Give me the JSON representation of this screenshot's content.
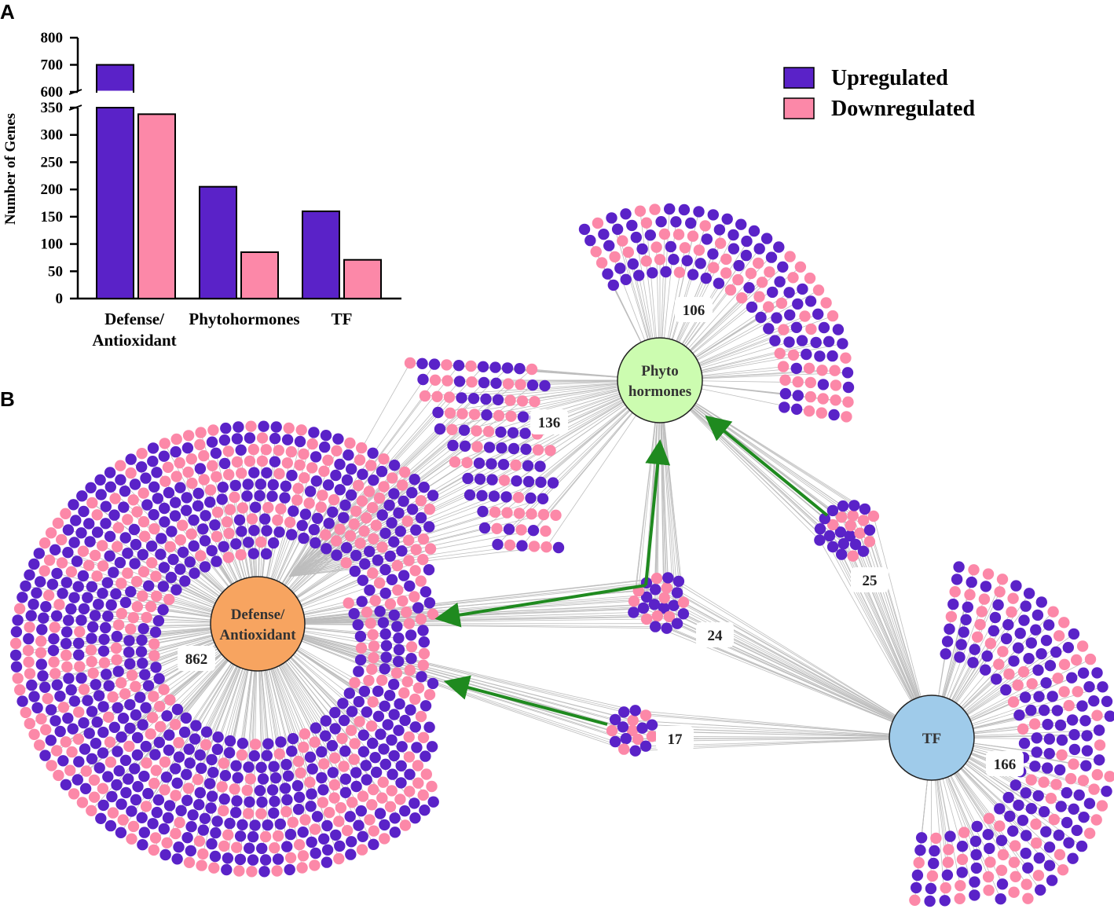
{
  "panels": {
    "a": "A",
    "b": "B"
  },
  "colors": {
    "up": "#5a22c8",
    "down": "#fc88a8",
    "edge": "#bdbdbd",
    "arrow": "#1f8a1f"
  },
  "chart_data": {
    "type": "bar",
    "ylabel": "Number of Genes",
    "categories": [
      "Defense/\nAntioxidant",
      "Phytohormones",
      "TF"
    ],
    "series": [
      {
        "name": "Upregulated",
        "color": "#5a22c8",
        "values": [
          700,
          205,
          160
        ]
      },
      {
        "name": "Downregulated",
        "color": "#fc88a8",
        "values": [
          338,
          85,
          71
        ]
      }
    ],
    "y_break": [
      350,
      600
    ],
    "yticks_lower": [
      "0",
      "50",
      "100",
      "150",
      "200",
      "250",
      "300",
      "350"
    ],
    "yticks_upper": [
      "600",
      "700",
      "800"
    ],
    "legend": {
      "position": "top-right",
      "items": [
        "Upregulated",
        "Downregulated"
      ]
    }
  },
  "network": {
    "hubs": [
      {
        "id": "defense",
        "lines": [
          "Defense/",
          "Antioxidant"
        ],
        "color": "#f7a460"
      },
      {
        "id": "phyto",
        "lines": [
          "Phyto",
          "hormones"
        ],
        "color": "#ccfcb0"
      },
      {
        "id": "tf",
        "lines": [
          "TF"
        ],
        "color": "#9fcbea"
      }
    ],
    "clusters": [
      {
        "id": "defense-only",
        "count": "862"
      },
      {
        "id": "defense-phyto",
        "count": "136"
      },
      {
        "id": "phyto-only",
        "count": "106"
      },
      {
        "id": "defense-phyto-tf",
        "count": "24"
      },
      {
        "id": "phyto-tf",
        "count": "25"
      },
      {
        "id": "defense-tf",
        "count": "17"
      },
      {
        "id": "tf-only",
        "count": "166"
      }
    ]
  }
}
